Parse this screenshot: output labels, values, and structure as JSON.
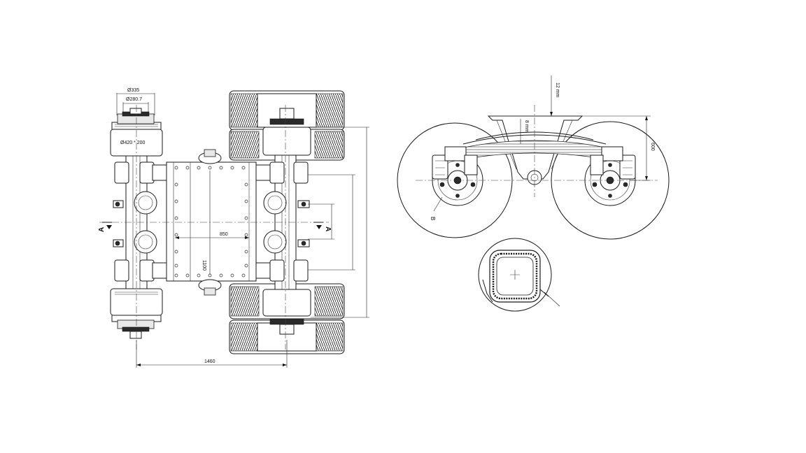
{
  "plan_view": {
    "dim_hub_outer": "Ø335",
    "dim_hub_inner": "Ø280.7",
    "dim_drum": "Ø420 * 200",
    "dim_frame_width": "850",
    "dim_frame_length": "1100",
    "dim_track": "1460",
    "section_mark_left": "A",
    "section_mark_right": "A"
  },
  "section_view": {
    "dim_plate": "12 mm",
    "dim_weld": "8 mm",
    "dim_height": "600",
    "detail_callout": "B"
  },
  "colors": {
    "line": "#1a1a1a",
    "background": "#ffffff"
  }
}
